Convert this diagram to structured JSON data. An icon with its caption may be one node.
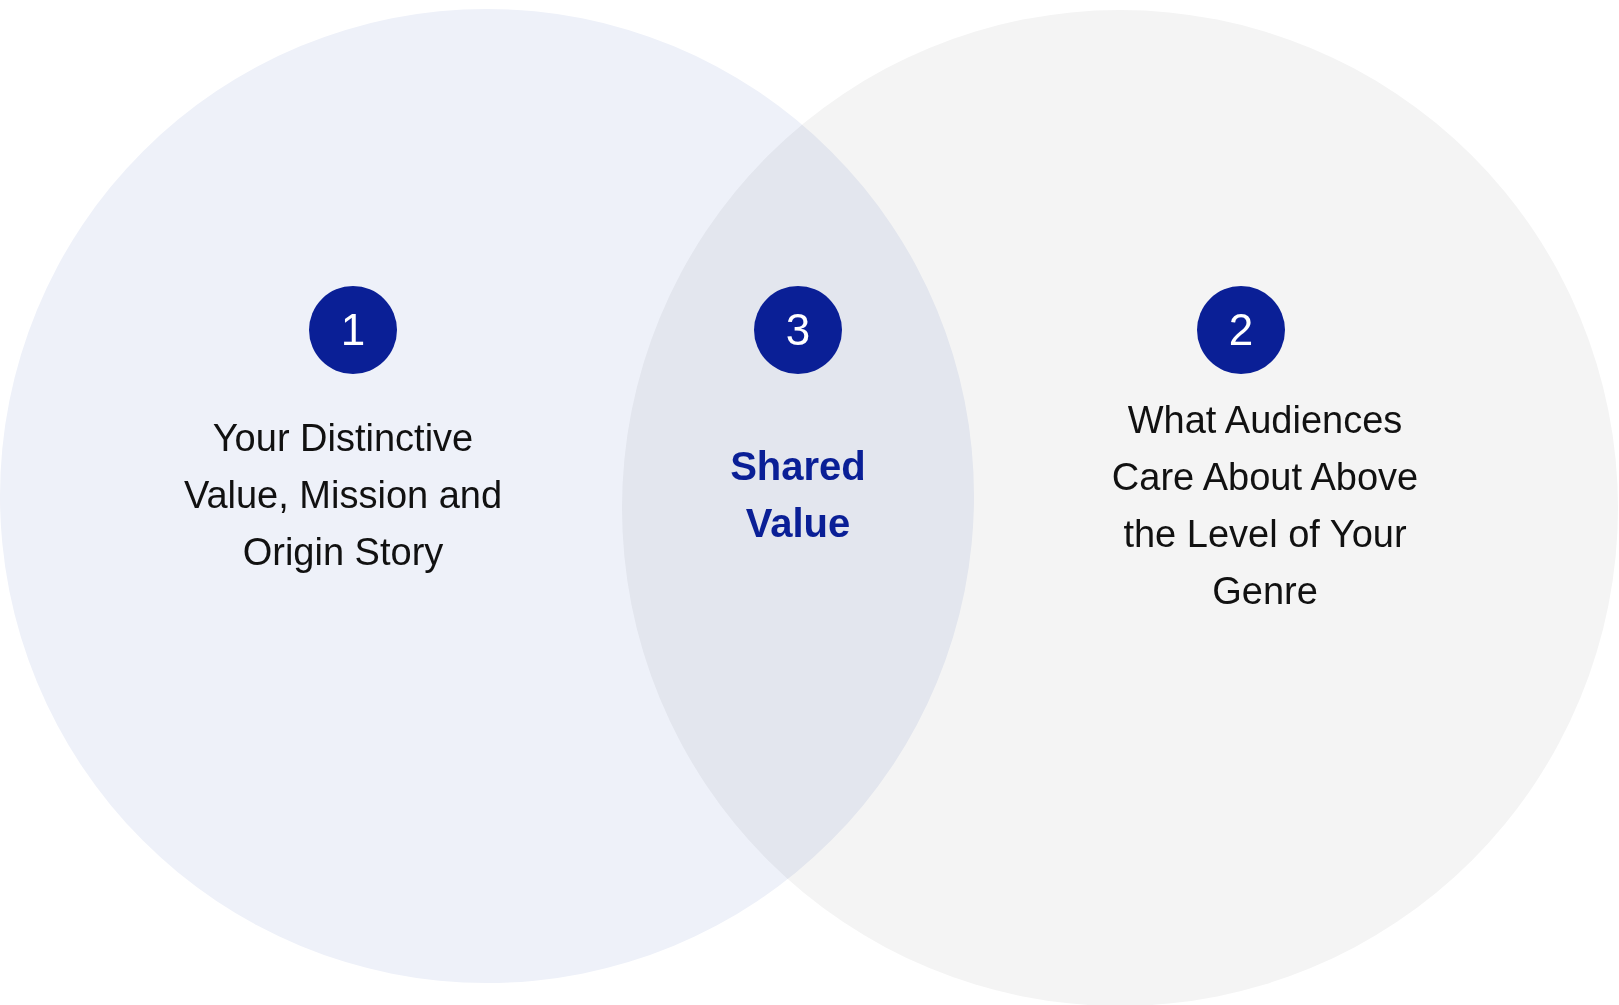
{
  "diagram": {
    "nodes": [
      {
        "text": [
          "Your Distinctive Value, Mission and Origin Story"
        ]
      },
      {
        "text": [
          "What Audiences Care About Above the Level of Your Genre"
        ]
      },
      {
        "text": [
          "1"
        ],
        "in": 0
      },
      {
        "text": [
          "3"
        ]
      },
      {
        "text": [
          "2"
        ],
        "in": 1
      }
    ],
    "edges": [],
    "labels": [
      "Shared Value"
    ]
  }
}
